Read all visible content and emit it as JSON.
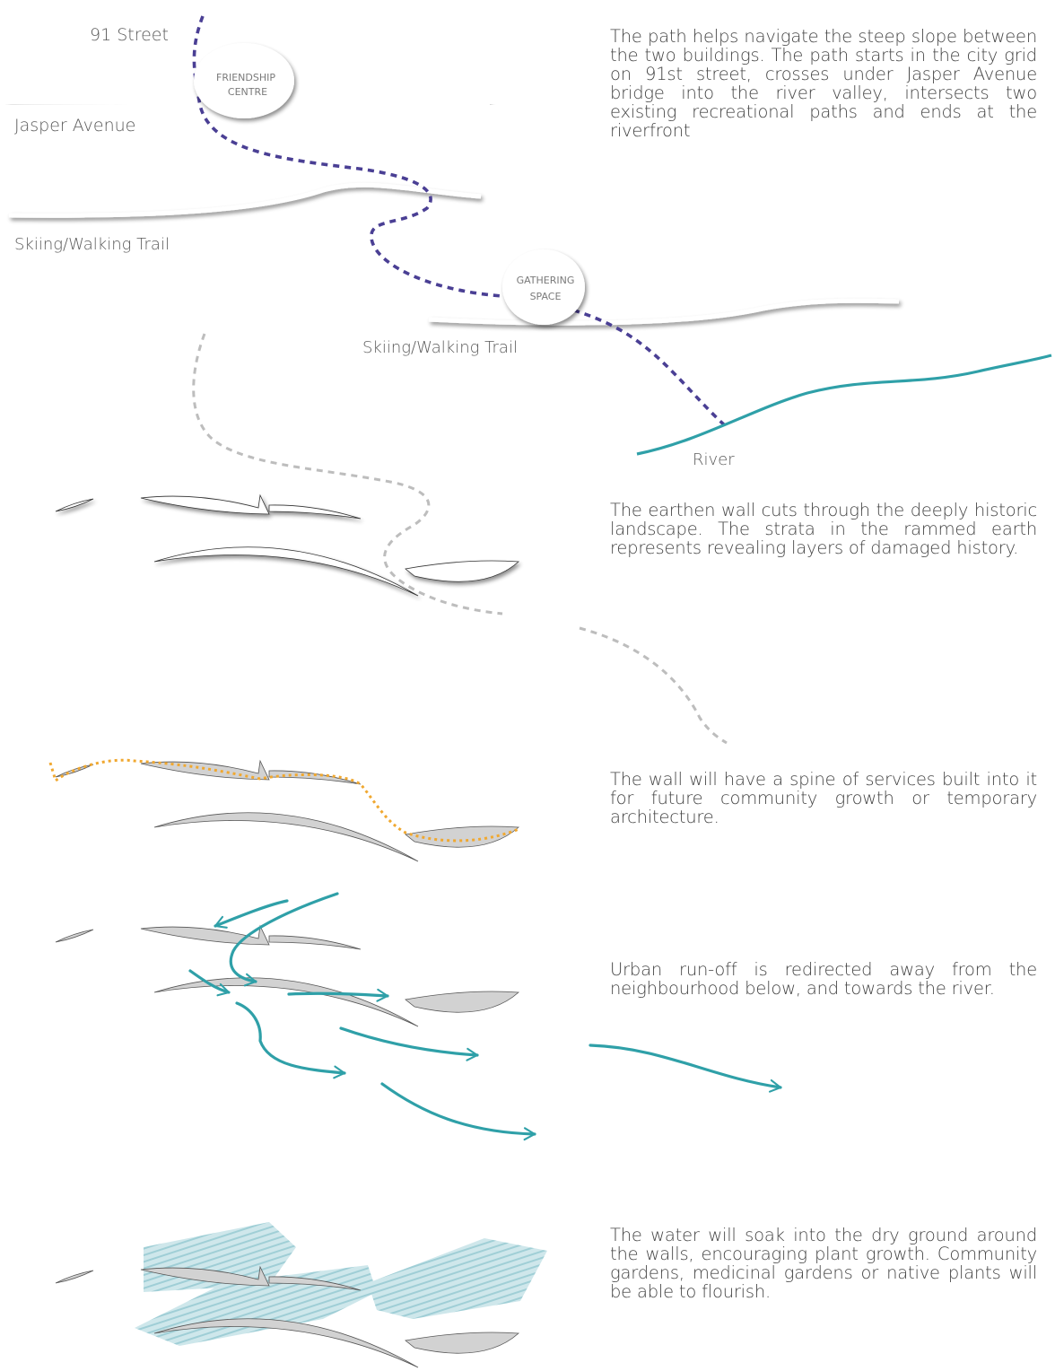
{
  "labels": {
    "street": "91 Street",
    "friendship_line1": "FRIENDSHIP",
    "friendship_line2": "CENTRE",
    "jasper": "Jasper Avenue",
    "trail_upper": "Skiing/Walking Trail",
    "gathering_line1": "GATHERING",
    "gathering_line2": "SPACE",
    "trail_lower": "Skiing/Walking Trail",
    "river": "River"
  },
  "descriptions": {
    "path": "The path helps navigate the steep slope between the two buildings. The path starts in the city grid on 91st street, crosses under Jasper Avenue bridge into the river valley, intersects two existing recreational paths and ends at the riverfront",
    "wall": "The earthen wall cuts through the deeply historic landscape. The strata in the rammed earth represents revealing layers of damaged history.",
    "spine": "The wall will have a spine of services built into it for future community growth or temporary architecture.",
    "runoff": "Urban run-off is redirected away from the neighbourhood below, and towards the river.",
    "growth": "The water will soak into the dry ground around the walls, encouraging plant growth. Community gardens, medicinal gardens or native plants will be able to flourish."
  },
  "colors": {
    "path": "#4a3f94",
    "river": "#2fa0a8",
    "service_spine": "#f0a830",
    "ghost_path": "#bdbdbd",
    "vegetation": "#a8d4dc",
    "wall_fill": "#d2d2d2"
  }
}
